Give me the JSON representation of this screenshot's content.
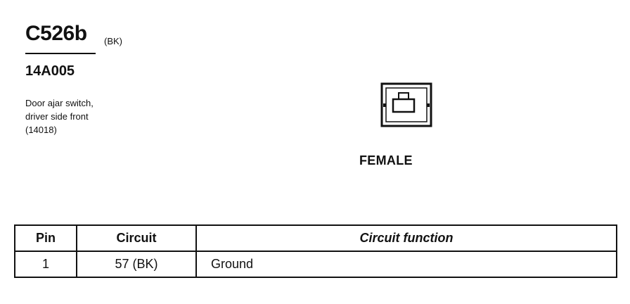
{
  "connector": {
    "id": "C526b",
    "color_code": "(BK)",
    "part_number": "14A005",
    "description_lines": [
      "Door ajar switch,",
      "driver side front",
      "(14018)"
    ],
    "gender": "FEMALE"
  },
  "pinout_table": {
    "headers": {
      "pin": "Pin",
      "circuit": "Circuit",
      "function": "Circuit function"
    },
    "rows": [
      {
        "pin": "1",
        "circuit": "57 (BK)",
        "function": "Ground"
      }
    ]
  },
  "colors": {
    "ink": "#111111",
    "background": "#ffffff"
  }
}
